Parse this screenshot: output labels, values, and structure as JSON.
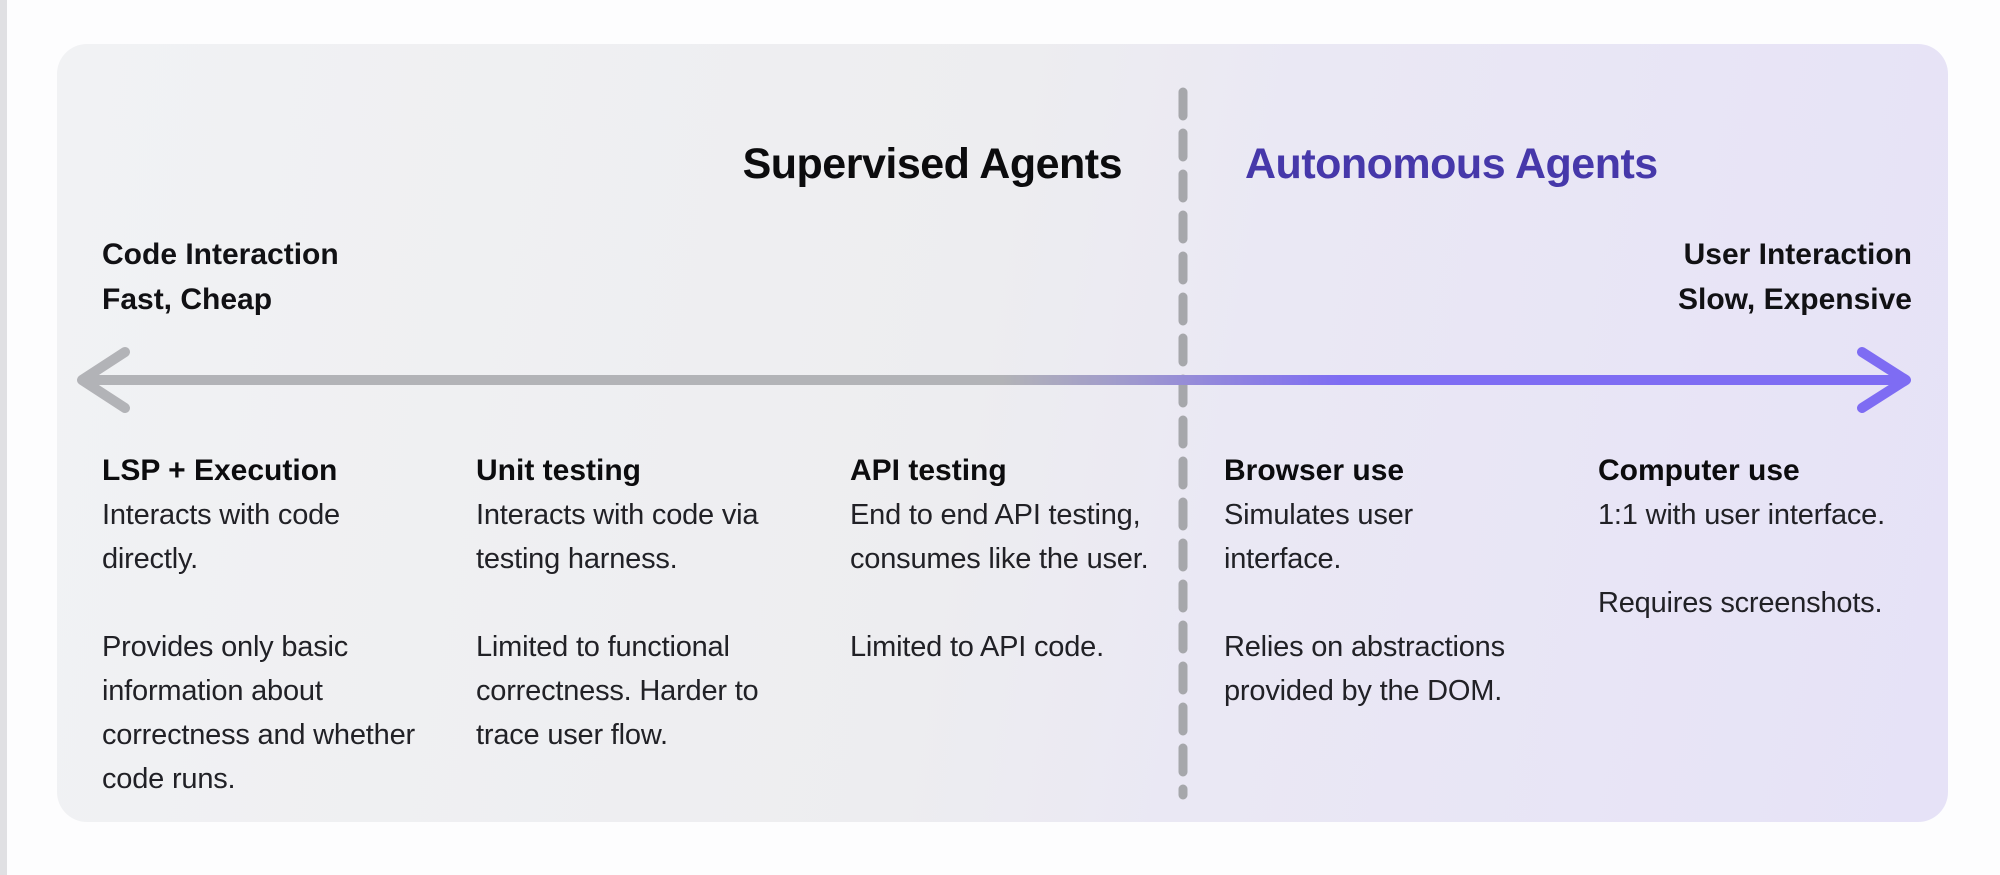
{
  "header": {
    "supervised_title": "Supervised Agents",
    "autonomous_title": "Autonomous Agents"
  },
  "axis": {
    "left_label": "Code Interaction\nFast, Cheap",
    "right_label": "User Interaction\nSlow, Expensive"
  },
  "columns": [
    {
      "title": "LSP + Execution",
      "paragraphs": [
        "Interacts with code directly.",
        "Provides only basic information about correctness and whether code runs."
      ]
    },
    {
      "title": "Unit testing",
      "paragraphs": [
        "Interacts with code via testing harness.",
        "Limited to functional correctness. Harder to trace user flow."
      ]
    },
    {
      "title": "API testing",
      "paragraphs": [
        "End to end API testing, consumes like the user.",
        "Limited to API code."
      ]
    },
    {
      "title": "Browser use",
      "paragraphs": [
        "Simulates user interface.",
        "Relies on abstractions provided by the DOM."
      ]
    },
    {
      "title": "Computer use",
      "paragraphs": [
        "1:1 with user interface.",
        "Requires screenshots."
      ]
    }
  ],
  "colors": {
    "autonomous_title": "#4638aa",
    "arrow_gray": "#b2b3b7",
    "arrow_purple": "#7e6cf3",
    "divider_gray": "#a6a7ab",
    "card_left_bg": "#f1f2f4",
    "card_right_bg": "#e6e2f7",
    "heading_text": "#0c0c0e",
    "body_text": "#212126"
  }
}
